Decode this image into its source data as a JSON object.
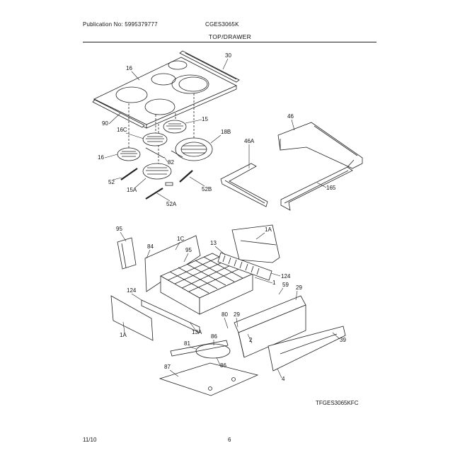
{
  "header": {
    "publication": "Publication No: 5995379777",
    "model": "CGES3065K",
    "section": "TOP/DRAWER"
  },
  "parts": [
    "16",
    "30",
    "90",
    "16C",
    "15",
    "16",
    "18B",
    "52",
    "82",
    "15A",
    "52A",
    "52B",
    "46",
    "46A",
    "165",
    "95",
    "84",
    "1C",
    "95",
    "13",
    "1A",
    "124",
    "1",
    "59",
    "29",
    "124",
    "80",
    "29",
    "13A",
    "1A",
    "2",
    "39",
    "81",
    "86",
    "87",
    "86",
    "4"
  ],
  "reference": "TFGES3065KFC",
  "footer": {
    "date": "11/10",
    "page": "6"
  }
}
